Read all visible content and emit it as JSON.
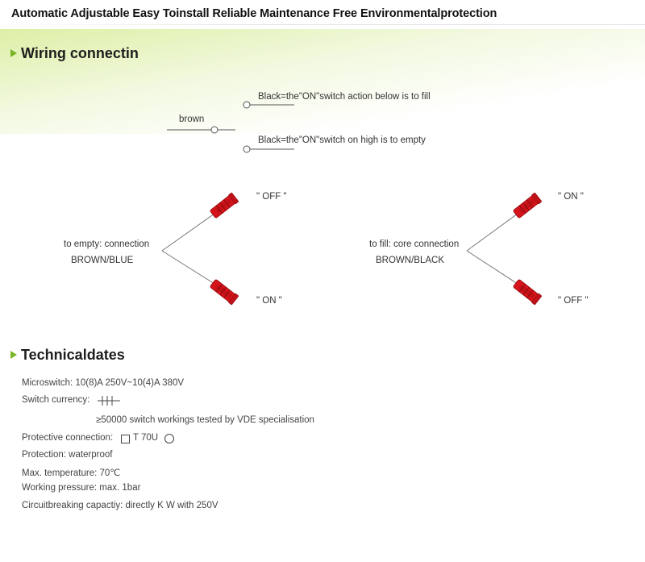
{
  "header": {
    "title": "Automatic Adjustable Easy Toinstall Reliable Maintenance Free Environmentalprotection"
  },
  "wiring": {
    "heading": "Wiring connectin",
    "brown_label": "brown",
    "switch_top_label": "Black=the\"ON\"switch action below is to fill",
    "switch_bottom_label": "Black=the\"ON\"switch on high is to empty",
    "empty": {
      "line1": "to empty: connection",
      "line2": "BROWN/BLUE",
      "upper_state": "\" OFF \"",
      "lower_state": "\" ON \""
    },
    "fill": {
      "line1": "to fill: core connection",
      "line2": "BROWN/BLACK",
      "upper_state": "\" ON \"",
      "lower_state": "\" OFF \""
    }
  },
  "tech": {
    "heading": "Technicaldates",
    "microswitch": "Microswitch:  10(8)A 250V~10(4)A 380V",
    "switch_currency": "Switch currency:",
    "lifetime": "≥50000 switch workings tested by VDE specialisation",
    "protective_label": "Protective connection:",
    "protective_value": "T 70U",
    "protection": "Protection: waterproof",
    "max_temp": "Max. temperature:  70℃",
    "pressure": "Working pressure:    max. 1bar",
    "circuit": "Circuitbreaking capactiy:    directly K W with 250V"
  },
  "colors": {
    "accent_green": "#7ab526",
    "float_red": "#d8141b"
  }
}
